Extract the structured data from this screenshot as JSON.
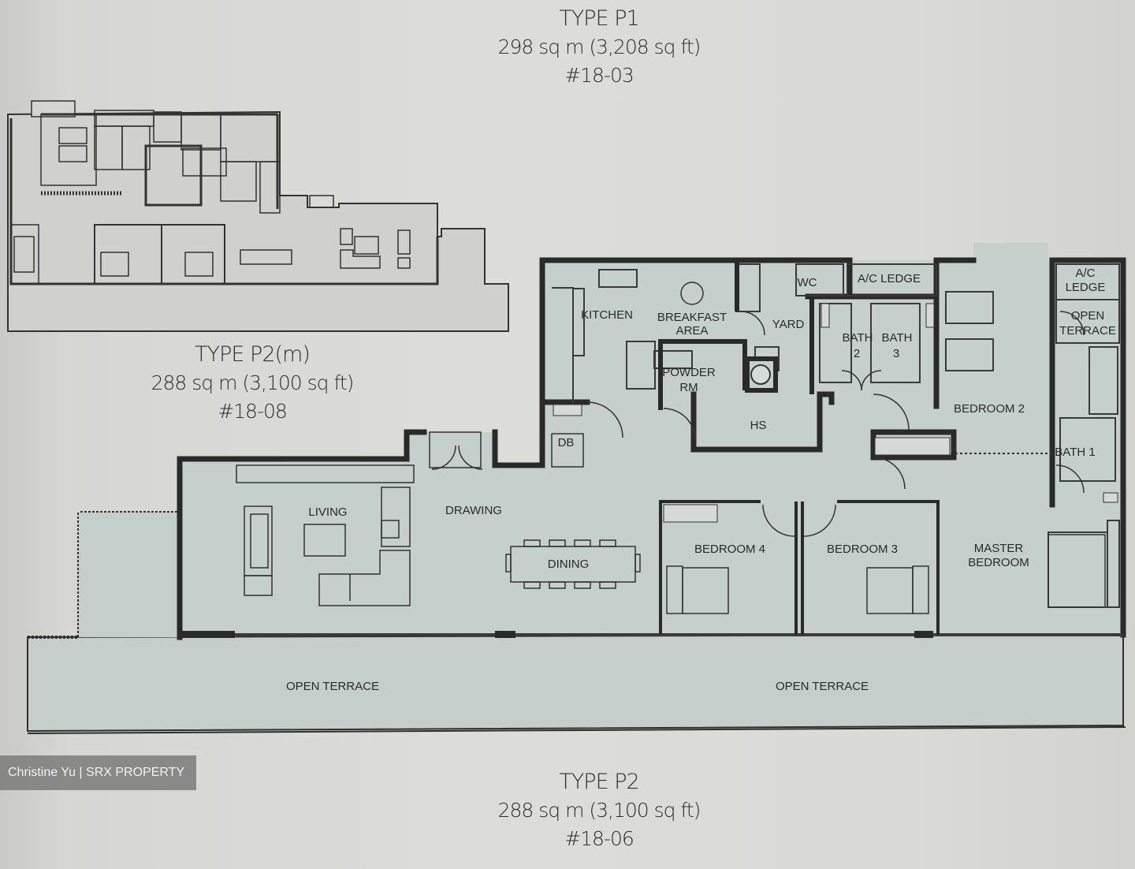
{
  "plans": {
    "p1": {
      "type": "TYPE P1",
      "area": "298 sq m (3,208 sq ft)",
      "unit": "#18-03"
    },
    "p2m": {
      "type": "TYPE P2(m)",
      "area": "288 sq m (3,100 sq ft)",
      "unit": "#18-08"
    },
    "p2": {
      "type": "TYPE P2",
      "area": "288 sq m (3,100 sq ft)",
      "unit": "#18-06"
    }
  },
  "rooms": {
    "kitchen": "KITCHEN",
    "breakfast_1": "BREAKFAST",
    "breakfast_2": "AREA",
    "yard": "YARD",
    "wc": "WC",
    "ac_ledge": "A/C LEDGE",
    "ac_ledge_right_1": "A/C",
    "ac_ledge_right_2": "LEDGE",
    "open_terrace_small_1": "OPEN",
    "open_terrace_small_2": "TERRACE",
    "powder_1": "POWDER",
    "powder_2": "RM",
    "hs": "HS",
    "bath2_1": "BATH",
    "bath2_2": "2",
    "bath3_1": "BATH",
    "bath3_2": "3",
    "bedroom2": "BEDROOM 2",
    "bath1": "BATH 1",
    "living": "LIVING",
    "drawing": "DRAWING",
    "dining": "DINING",
    "bedroom4": "BEDROOM 4",
    "bedroom3": "BEDROOM 3",
    "master_1": "MASTER",
    "master_2": "BEDROOM",
    "open_terrace_left": "OPEN TERRACE",
    "open_terrace_right": "OPEN TERRACE",
    "db": "DB"
  },
  "watermark": "Christine Yu | SRX PROPERTY",
  "colors": {
    "page": "#dadad7",
    "floor": "#c3cdca",
    "wall": "#2b2b2b",
    "line": "#3a3a3a"
  }
}
